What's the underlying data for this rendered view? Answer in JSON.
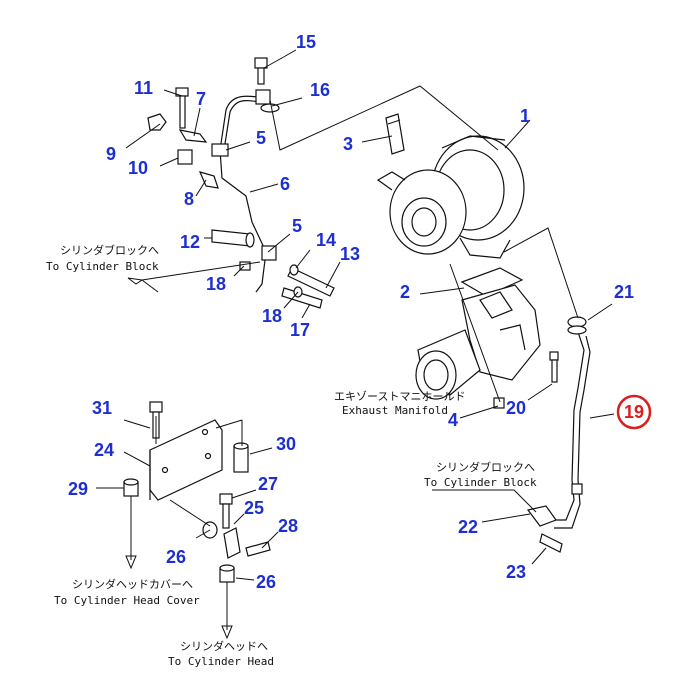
{
  "part_numbers": {
    "p1": "1",
    "p2": "2",
    "p3": "3",
    "p4": "4",
    "p5a": "5",
    "p5b": "5",
    "p6": "6",
    "p7": "7",
    "p8": "8",
    "p9": "9",
    "p10": "10",
    "p11": "11",
    "p12": "12",
    "p13": "13",
    "p14": "14",
    "p15": "15",
    "p16": "16",
    "p17": "17",
    "p18a": "18",
    "p18b": "18",
    "p19": "19",
    "p20": "20",
    "p21": "21",
    "p22": "22",
    "p23": "23",
    "p24": "24",
    "p25": "25",
    "p26a": "26",
    "p26b": "26",
    "p27": "27",
    "p28": "28",
    "p29": "29",
    "p30": "30",
    "p31": "31"
  },
  "captions": {
    "cyl_block_left_jp": "シリンダブロックへ",
    "cyl_block_left_en": "To Cylinder Block",
    "exhaust_jp": "エキゾーストマニホールド",
    "exhaust_en": "Exhaust Manifold",
    "cyl_block_right_jp": "シリンダブロックへ",
    "cyl_block_right_en": "To Cylinder Block",
    "head_cover_jp": "シリンダヘッドカバーへ",
    "head_cover_en": "To Cylinder Head Cover",
    "head_jp": "シリンダヘッドへ",
    "head_en": "To Cylinder Head"
  },
  "colors": {
    "part_number": "#1e2fd0",
    "highlight": "#d61f1f",
    "line": "#111111"
  },
  "highlighted_part": "19"
}
